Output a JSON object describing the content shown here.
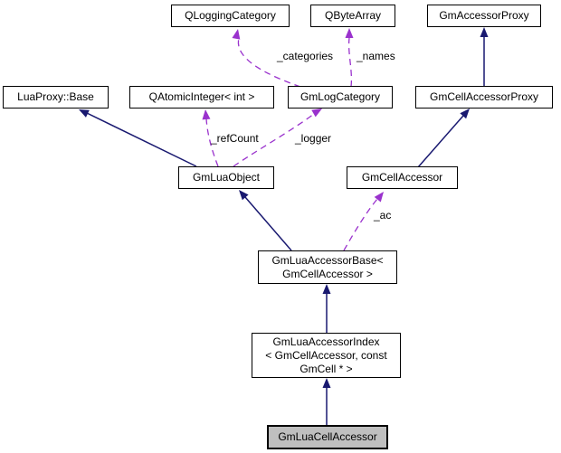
{
  "diagram": {
    "type": "collaboration-graph",
    "nodes": [
      {
        "id": "QLoggingCategory",
        "label": "QLoggingCategory",
        "highlighted": false
      },
      {
        "id": "QByteArray",
        "label": "QByteArray",
        "highlighted": false
      },
      {
        "id": "GmAccessorProxy",
        "label": "GmAccessorProxy",
        "highlighted": false
      },
      {
        "id": "LuaProxy::Base",
        "label": "LuaProxy::Base",
        "highlighted": false
      },
      {
        "id": "QAtomicInteger<int>",
        "label": "QAtomicInteger< int >",
        "highlighted": false
      },
      {
        "id": "GmLogCategory",
        "label": "GmLogCategory",
        "highlighted": false
      },
      {
        "id": "GmCellAccessorProxy",
        "label": "GmCellAccessorProxy",
        "highlighted": false
      },
      {
        "id": "GmLuaObject",
        "label": "GmLuaObject",
        "highlighted": false
      },
      {
        "id": "GmCellAccessor",
        "label": "GmCellAccessor",
        "highlighted": false
      },
      {
        "id": "GmLuaAccessorBase",
        "label": "GmLuaAccessorBase<\nGmCellAccessor >",
        "highlighted": false
      },
      {
        "id": "GmLuaAccessorIndex",
        "label": "GmLuaAccessorIndex\n< GmCellAccessor, const\nGmCell * >",
        "highlighted": false
      },
      {
        "id": "GmLuaCellAccessor",
        "label": "GmLuaCellAccessor",
        "highlighted": true
      }
    ],
    "edges": [
      {
        "from": "GmCellAccessorProxy",
        "to": "GmAccessorProxy",
        "type": "inheritance",
        "label": ""
      },
      {
        "from": "GmCellAccessor",
        "to": "GmCellAccessorProxy",
        "type": "inheritance",
        "label": ""
      },
      {
        "from": "GmLuaObject",
        "to": "LuaProxy::Base",
        "type": "inheritance",
        "label": ""
      },
      {
        "from": "GmLuaAccessorBase",
        "to": "GmLuaObject",
        "type": "inheritance",
        "label": ""
      },
      {
        "from": "GmLuaAccessorIndex",
        "to": "GmLuaAccessorBase",
        "type": "inheritance",
        "label": ""
      },
      {
        "from": "GmLuaCellAccessor",
        "to": "GmLuaAccessorIndex",
        "type": "inheritance",
        "label": ""
      },
      {
        "from": "GmLogCategory",
        "to": "QLoggingCategory",
        "type": "usage",
        "label": "_categories"
      },
      {
        "from": "GmLogCategory",
        "to": "QByteArray",
        "type": "usage",
        "label": "_names"
      },
      {
        "from": "GmLuaObject",
        "to": "QAtomicInteger<int>",
        "type": "usage",
        "label": "_refCount"
      },
      {
        "from": "GmLuaObject",
        "to": "GmLogCategory",
        "type": "usage",
        "label": "_logger"
      },
      {
        "from": "GmLuaAccessorBase",
        "to": "GmCellAccessor",
        "type": "usage",
        "label": "_ac"
      }
    ],
    "colors": {
      "inheritance_arrow": "#191970",
      "usage_arrow": "#9a32cd",
      "node_border": "#000000",
      "node_fill": "#ffffff",
      "highlight_fill": "#bfbfbf",
      "background": "#ffffff"
    }
  }
}
